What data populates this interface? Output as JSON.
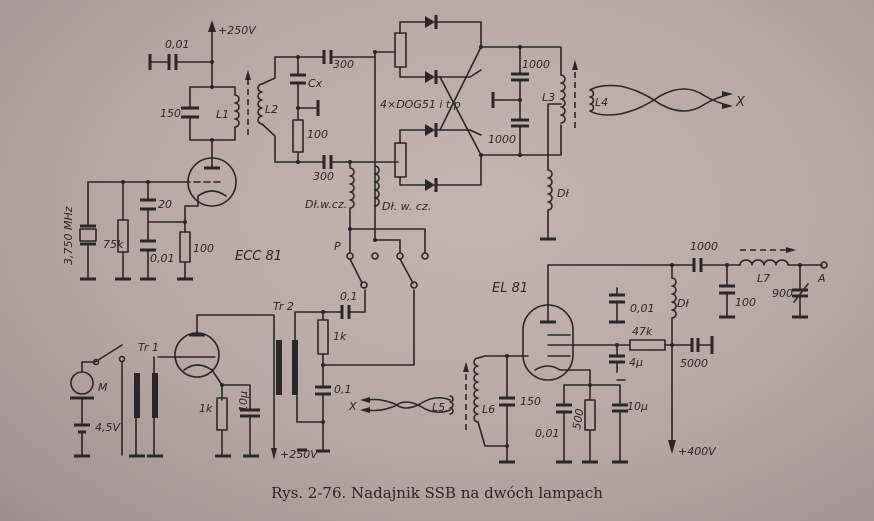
{
  "caption": "Rys. 2-76. Nadajnik SSB na dwóch lampach",
  "labels": {
    "v250_top": "+250V",
    "c001_top": "0,01",
    "c150_osc": "150",
    "l1": "L1",
    "l2": "L2",
    "cx": "Cx",
    "r100_bal": "100",
    "c300_top": "300",
    "c300_bot": "300",
    "diodes": "4×DOG51 i t.p",
    "crystal": "3,750 MHz",
    "r75k": "75k",
    "c20": "20",
    "c001_grid": "0,01",
    "r100_cath": "100",
    "ecc81": "ECC 81",
    "dt_wcz_1": "Dł.w.cz.",
    "dt_wcz_2": "Dł. w. cz.",
    "switch_p": "P",
    "c1000_a": "1000",
    "c1000_b": "1000",
    "l3": "L3",
    "l4": "L4",
    "x_out": "X",
    "dt_top": "Dł",
    "mic": "M",
    "batt": "4,5V",
    "tr1": "Tr 1",
    "tr2": "Tr 2",
    "r1k_cath": "1k",
    "c10u_cath": "10µ",
    "v250_bot": "+250V",
    "c01_top": "0,1",
    "r1k_out": "1k",
    "c01_bot": "0,1",
    "x_in": "X",
    "l5": "L5",
    "el81": "EL 81",
    "c1000_out": "1000",
    "l7": "L7",
    "ant": "A",
    "c100_out": "100",
    "c900": "900",
    "dt_pa": "Dł",
    "c001_g2": "0,01",
    "r47k": "47k",
    "c4u": "4µ",
    "c5000": "5000",
    "l6": "L6",
    "c150_pa": "150",
    "c001_k": "0,01",
    "r500": "500",
    "c10u_k": "10µ",
    "v400": "+400V"
  }
}
